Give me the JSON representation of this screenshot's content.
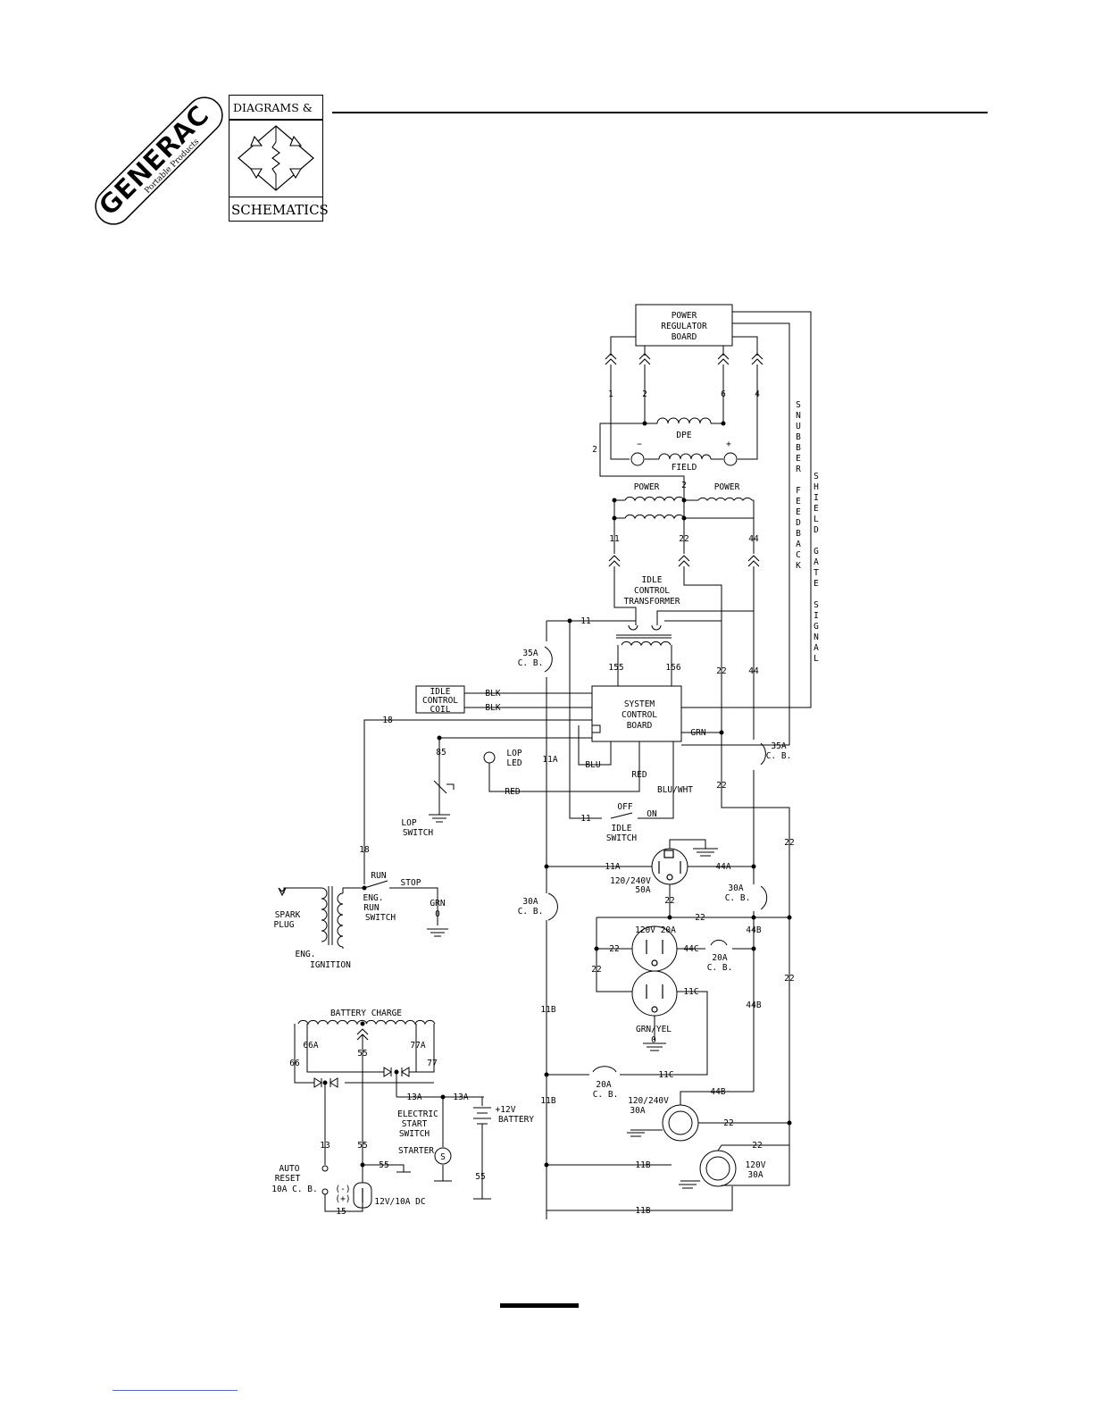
{
  "header": {
    "brand_name": "GENERAC",
    "brand_tagline": "Portable Products",
    "section_top": "DIAGRAMS &",
    "section_bottom": "SCHEMATICS"
  },
  "diagram": {
    "power_regulator_board": [
      "POWER",
      "REGULATOR",
      "BOARD"
    ],
    "system_control_board": [
      "SYSTEM",
      "CONTROL",
      "BOARD"
    ],
    "idle_control_transformer": [
      "IDLE",
      "CONTROL",
      "TRANSFORMER"
    ],
    "idle_control_coil": [
      "IDLE",
      "CONTROL",
      "COIL"
    ],
    "dpe": "DPE",
    "field": "FIELD",
    "power_left": "POWER",
    "power_right": "POWER",
    "snubber_feedback": "SNUBBER FEEDBACK",
    "shield_gate_signal": "SHIELD GATE SIGNAL",
    "wires": {
      "w1": "1",
      "w2": "2",
      "w6": "6",
      "w4": "4",
      "w11": "11",
      "w22": "22",
      "w44": "44",
      "w155": "155",
      "w156": "156",
      "w18": "18",
      "w85": "85",
      "w11A": "11A",
      "w44A": "44A",
      "w11B": "11B",
      "w44B": "44B",
      "w11C": "11C",
      "w44C": "44C",
      "w66": "66",
      "w66A": "66A",
      "w77": "77",
      "w77A": "77A",
      "w55": "55",
      "w13": "13",
      "w13A": "13A",
      "w15": "15",
      "w0": "0"
    },
    "wire_colors": {
      "blk": "BLK",
      "grn": "GRN",
      "blu": "BLU",
      "red": "RED",
      "blu_wht": "BLU/WHT",
      "grn_yel": "GRN/YEL"
    },
    "breakers": {
      "cb35_left": [
        "35A",
        "C. B."
      ],
      "cb35_right": [
        "35A",
        "C. B."
      ],
      "cb30_left": [
        "30A",
        "C. B."
      ],
      "cb30_right": [
        "30A",
        "C. B."
      ],
      "cb20_a": [
        "20A",
        "C. B."
      ],
      "cb20_b": [
        "20A",
        "C. B."
      ],
      "auto_reset": [
        "AUTO",
        "RESET",
        "10A C. B."
      ]
    },
    "lop_led": [
      "LOP",
      "LED"
    ],
    "lop_switch": [
      "LOP",
      "SWITCH"
    ],
    "idle_switch": [
      "IDLE",
      "SWITCH"
    ],
    "off": "OFF",
    "on": "ON",
    "run": "RUN",
    "stop": "STOP",
    "eng_run_switch": [
      "ENG.",
      "RUN",
      "SWITCH"
    ],
    "spark_plug": [
      "SPARK",
      "PLUG"
    ],
    "eng_ignition": [
      "ENG.",
      "IGNITION"
    ],
    "outlet_50a": [
      "120/240V",
      "50A"
    ],
    "outlet_20a": "120V 20A",
    "outlet_30a_240": [
      "120/240V",
      "30A"
    ],
    "outlet_30a_120": [
      "120V",
      "30A"
    ],
    "battery_charge": "BATTERY CHARGE",
    "electric_start": [
      "ELECTRIC",
      "START",
      "SWITCH"
    ],
    "starter": "STARTER",
    "battery": [
      "+12V",
      "BATTERY"
    ],
    "dc_outlet": "12V/10A DC",
    "dc_polarity": [
      "(-)",
      "(+)"
    ],
    "starter_symbol": "S"
  }
}
